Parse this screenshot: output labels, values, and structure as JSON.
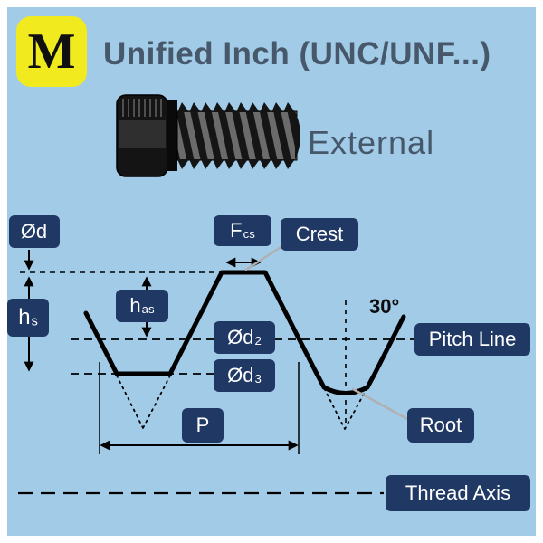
{
  "header": {
    "logo_letter": "M",
    "title": "Unified Inch (UNC/UNF...)"
  },
  "bolt": {
    "caption": "External",
    "type_illustrated": "hex-head-external-thread-bolt"
  },
  "labels": {
    "od": {
      "main": "Ød",
      "sub": ""
    },
    "fcs": {
      "main": "F",
      "sub": "cs"
    },
    "crest": "Crest",
    "hs": {
      "main": "h",
      "sub": "s"
    },
    "has": {
      "main": "h",
      "sub": "as"
    },
    "od2": {
      "main": "Ød",
      "sub": "2"
    },
    "pitch_line": "Pitch Line",
    "od3": {
      "main": "Ød",
      "sub": "3"
    },
    "root": "Root",
    "p": "P",
    "thread_axis": "Thread Axis",
    "angle": "30°"
  },
  "colors": {
    "canvas_bg": "#a2cbe8",
    "frame": "#ffffff",
    "label_bg": "#1f3864",
    "label_text": "#ffffff",
    "title_text": "#47586a",
    "logo_bg": "#f0ea1e",
    "line": "#000000",
    "leader_line": "#b0b0b0"
  }
}
